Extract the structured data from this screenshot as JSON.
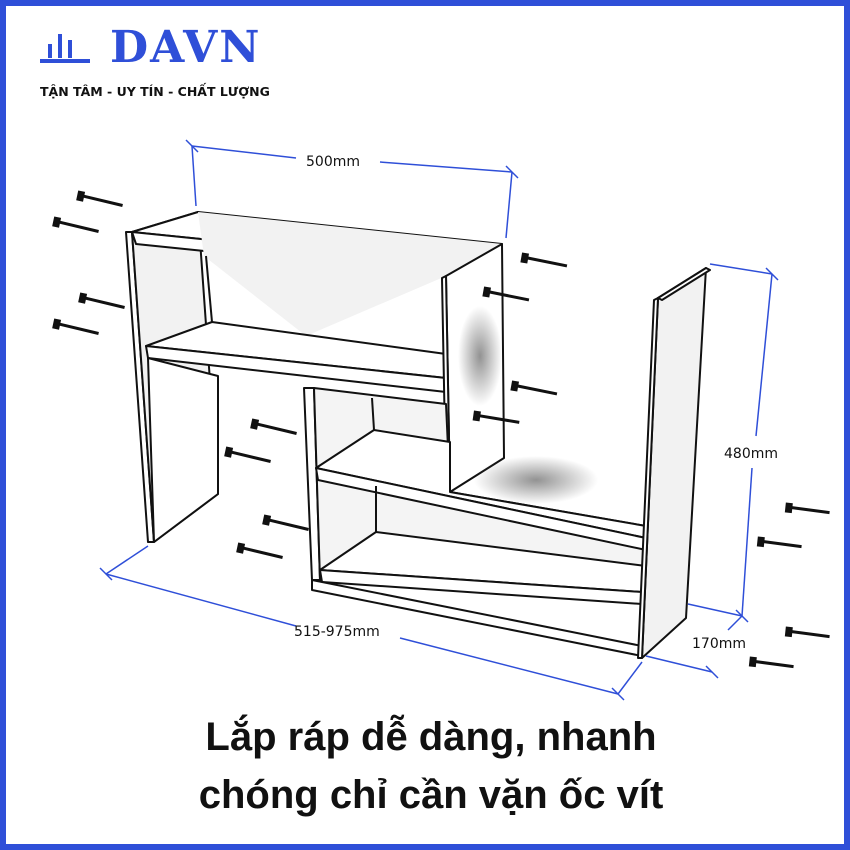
{
  "brand": {
    "name": "DAVN",
    "tagline": "TẬN TÂM - UY TÍN - CHẤT LƯỢNG",
    "color": "#2f4fd8"
  },
  "dimensions": {
    "width_top": "500mm",
    "width_total": "515-975mm",
    "height": "480mm",
    "depth": "170mm"
  },
  "caption": {
    "line1": "Lắp ráp dễ dàng, nhanh",
    "line2": "chóng chỉ cần vặn ốc vít"
  }
}
